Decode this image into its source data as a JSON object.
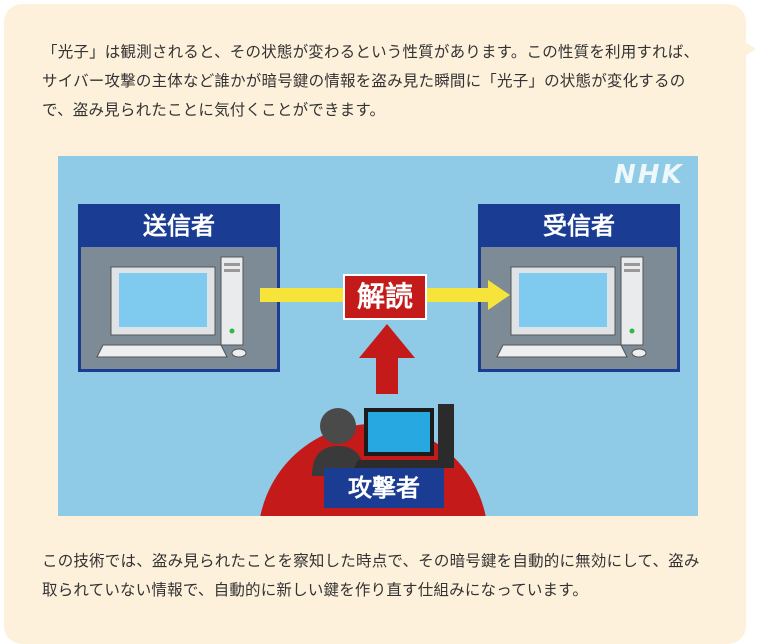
{
  "article": {
    "paragraph_1": "「光子」は観測されると、その状態が変わるという性質があります。この性質を利用すれば、サイバー攻撃の主体など誰かが暗号鍵の情報を盗み見た瞬間に「光子」の状態が変化するので、盗み見られたことに気付くことができます。",
    "paragraph_2": "この技術では、盗み見られたことを察知した時点で、その暗号鍵を自動的に無効にして、盗み取られていない情報で、自動的に新しい鍵を作り直す仕組みになっています。"
  },
  "figure": {
    "logo": "NHK",
    "sender_label": "送信者",
    "receiver_label": "受信者",
    "decode_label": "解読",
    "attacker_label": "攻撃者"
  },
  "colors": {
    "bubble_bg": "#fdf1dc",
    "figure_bg": "#8fcbe6",
    "panel_header": "#1a3c92",
    "accent_red": "#c41a1a",
    "arrow_yellow": "#f7e43a"
  }
}
